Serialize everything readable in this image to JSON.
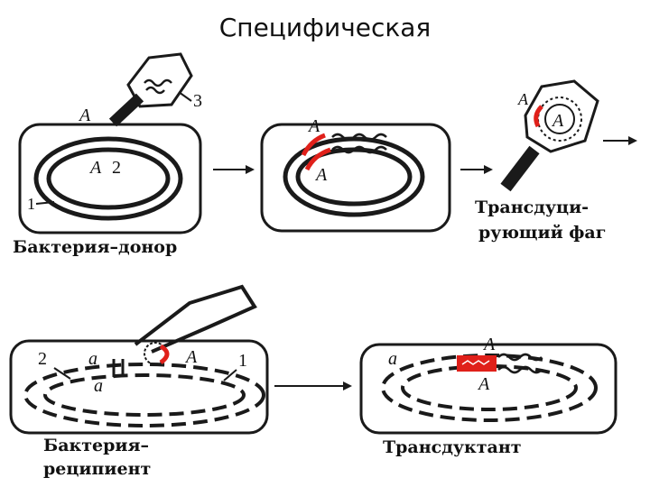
{
  "title": "Специфическая",
  "labels": {
    "a_upper": "A",
    "a_lower": "a",
    "n1": "1",
    "n2": "2",
    "n3": "3"
  },
  "captions": {
    "donor": "Бактерия–донор",
    "phage_line1": "Трансдуци-",
    "phage_line2": "рующий фаг",
    "recipient_line1": "Бактерия–",
    "recipient_line2": "реципиент",
    "transductant": "Трансдуктант"
  },
  "colors": {
    "ink": "#1a1a1a",
    "highlight": "#e0201a"
  }
}
